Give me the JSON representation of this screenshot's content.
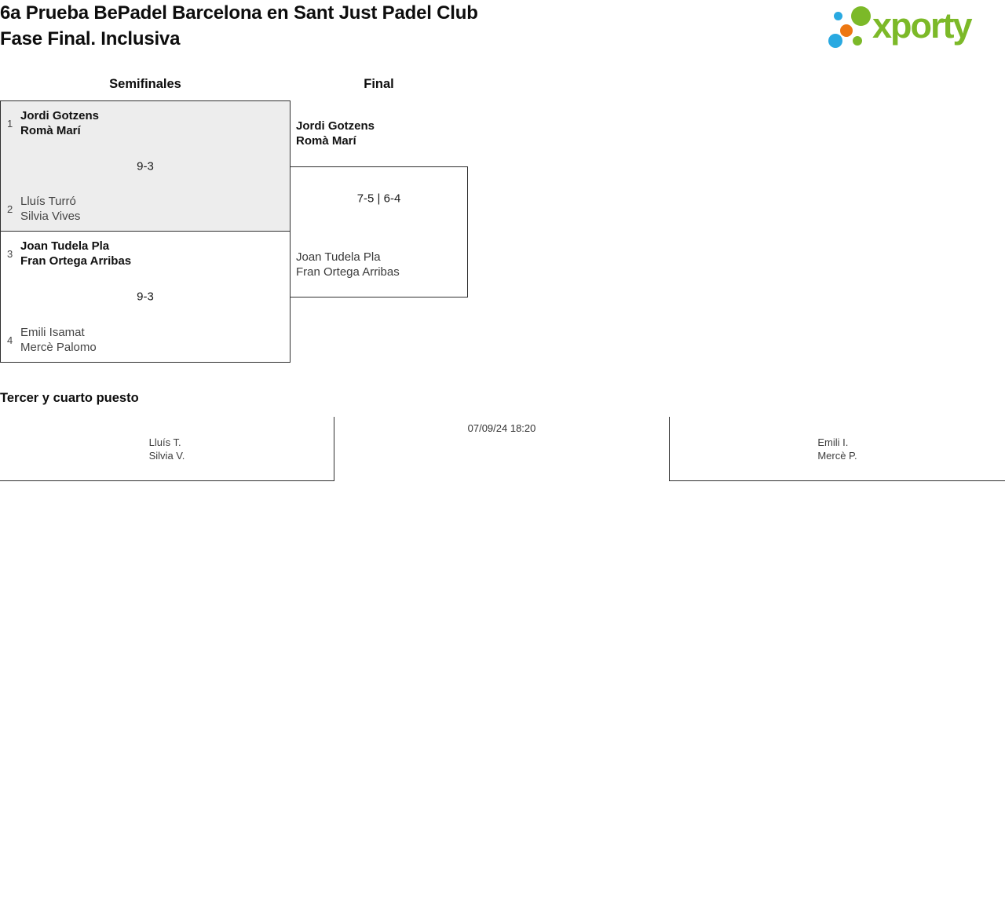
{
  "header": {
    "title_line1": "6a Prueba BePadel Barcelona en Sant Just Padel Club",
    "title_line2": "Fase Final. Inclusiva",
    "logo_text": "xporty"
  },
  "colors": {
    "logo_green": "#7cb928",
    "logo_blue": "#29a9e1",
    "logo_orange": "#ed7712",
    "winner_box_bg": "#ededed",
    "border": "#2f2f2f",
    "text_dark": "#111111",
    "text_gray": "#454545"
  },
  "rounds": {
    "semifinals_label": "Semifinales",
    "final_label": "Final"
  },
  "semifinals": [
    {
      "seed_top": "1",
      "team_top_line1": "Jordi Gotzens",
      "team_top_line2": "Romà Marí",
      "score": "9-3",
      "seed_bottom": "2",
      "team_bottom_line1": "Lluís Turró",
      "team_bottom_line2": "Silvia Vives"
    },
    {
      "seed_top": "3",
      "team_top_line1": "Joan Tudela Pla",
      "team_top_line2": "Fran Ortega Arribas",
      "score": "9-3",
      "seed_bottom": "4",
      "team_bottom_line1": "Emili Isamat",
      "team_bottom_line2": "Mercè Palomo"
    }
  ],
  "final": {
    "team_top_line1": "Jordi Gotzens",
    "team_top_line2": "Romà Marí",
    "score": "7-5 | 6-4",
    "team_bottom_line1": "Joan Tudela Pla",
    "team_bottom_line2": "Fran Ortega Arribas"
  },
  "third_place": {
    "heading": "Tercer y cuarto puesto",
    "datetime": "07/09/24 18:20",
    "team_left_line1": "Lluís T.",
    "team_left_line2": "Silvia V.",
    "team_right_line1": "Emili I.",
    "team_right_line2": "Mercè P."
  }
}
